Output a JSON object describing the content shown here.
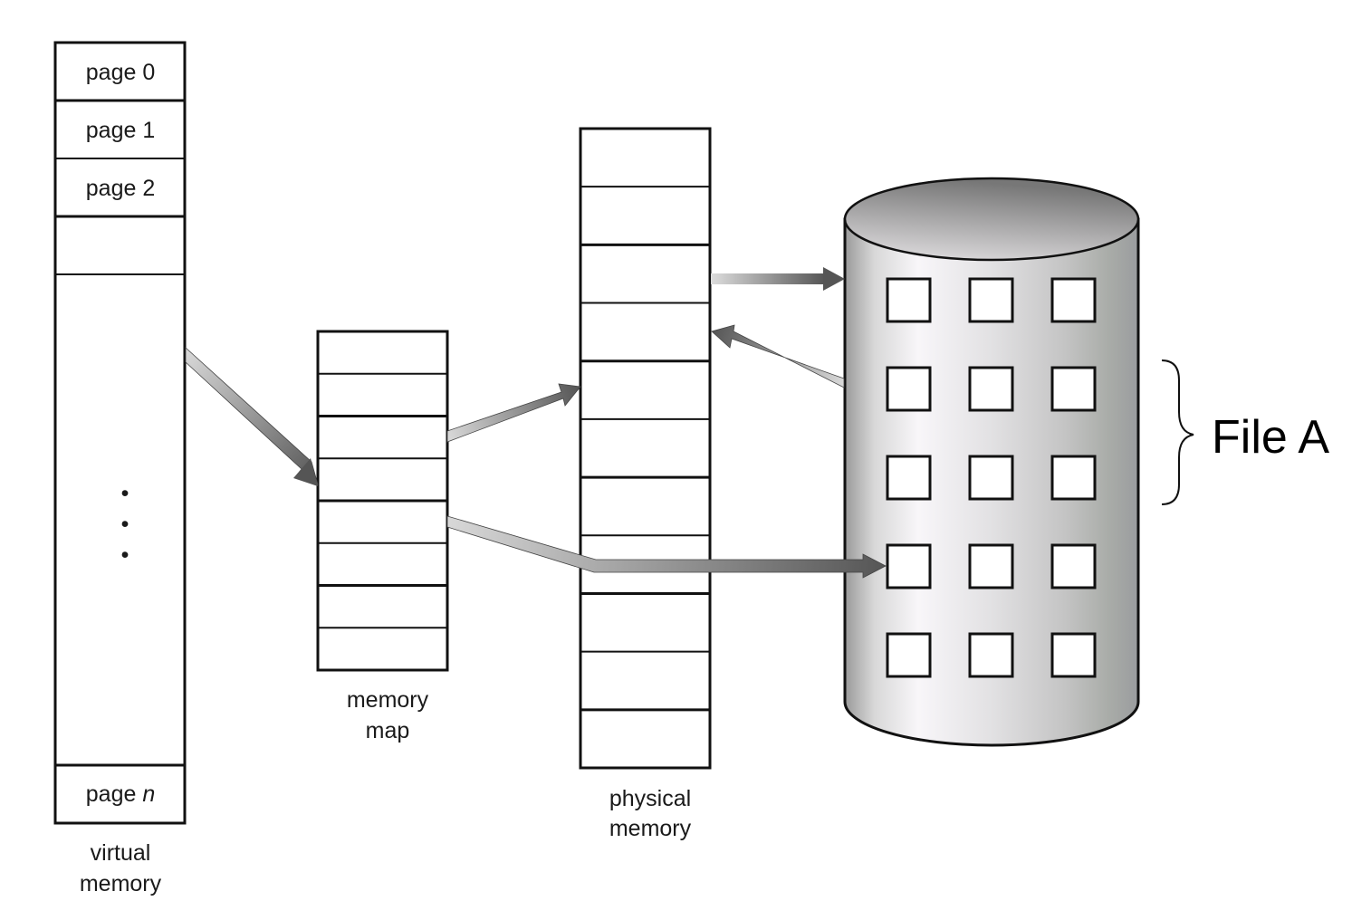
{
  "virtual_memory": {
    "label_line1": "virtual",
    "label_line2": "memory",
    "pages": [
      {
        "prefix": "page ",
        "index": "0"
      },
      {
        "prefix": "page ",
        "index": "1"
      },
      {
        "prefix": "page ",
        "index": "2"
      },
      {
        "prefix": "",
        "index": ""
      }
    ],
    "ellipsis": "•",
    "last_page_prefix": "page ",
    "last_page_index": "n"
  },
  "memory_map": {
    "label_line1": "memory",
    "label_line2": "map",
    "slot_count": 8
  },
  "physical_memory": {
    "label_line1": "physical",
    "label_line2": "memory",
    "frame_count": 11
  },
  "disk": {
    "rows": 5,
    "cols": 3,
    "file_label": "File A",
    "file_rows": [
      1,
      2
    ]
  },
  "arrows": [
    {
      "from": "virtual-memory",
      "to": "memory-map",
      "direction": "forward"
    },
    {
      "from": "memory-map",
      "to": "physical-memory",
      "direction": "forward"
    },
    {
      "from": "physical-memory",
      "to": "disk",
      "direction": "forward"
    },
    {
      "from": "disk",
      "to": "physical-memory",
      "direction": "forward"
    },
    {
      "from": "memory-map",
      "to": "disk-block",
      "direction": "forward"
    }
  ],
  "colors": {
    "stroke": "#111111",
    "arrow_dark": "#555555",
    "arrow_light": "#d4d4d4"
  }
}
